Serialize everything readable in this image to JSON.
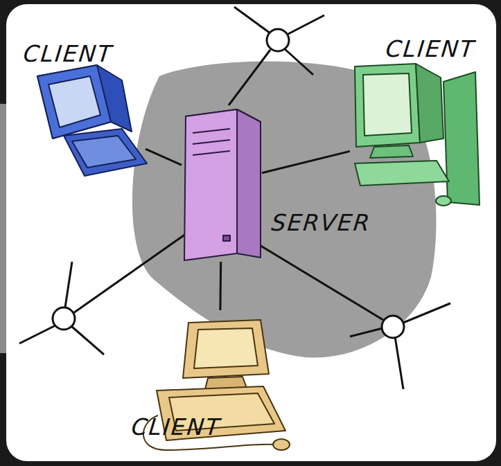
{
  "diagram": {
    "nodes": [
      {
        "text": [
          "CLIENT"
        ]
      },
      {
        "text": [
          "CLIENT"
        ]
      },
      {
        "text": [
          "SERVER"
        ]
      },
      {
        "text": [
          "CLIENT"
        ]
      }
    ],
    "edges": [
      {
        "from": 2,
        "to": 0,
        "arrow": "none"
      },
      {
        "from": 2,
        "to": 1,
        "arrow": "none"
      },
      {
        "from": 2,
        "to": 3,
        "arrow": "none"
      }
    ]
  }
}
